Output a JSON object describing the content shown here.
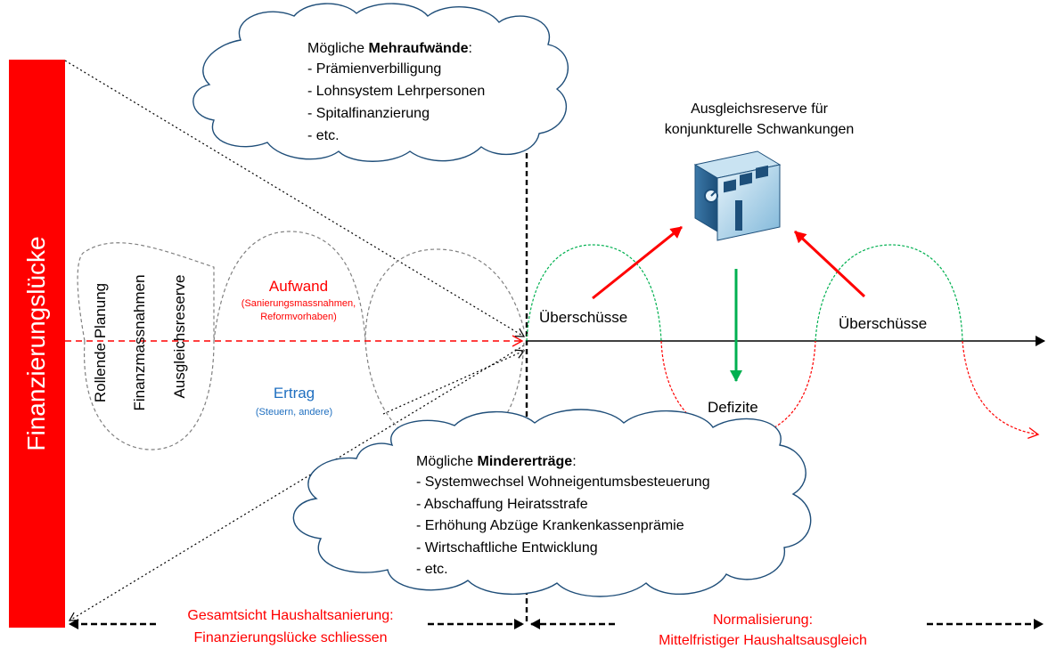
{
  "colors": {
    "red": "#ff0000",
    "blue": "#1f6fc0",
    "green": "#00b050",
    "black": "#000000",
    "bar_red": "#ff0000",
    "dash_grey": "#808080"
  },
  "left_bar": {
    "label": "Finanzierungslücke"
  },
  "columns": {
    "col1": "Rollende Planung",
    "col2": "Finanzmassnahmen",
    "col3": "Ausgleichsreserve"
  },
  "flow": {
    "aufwand_title": "Aufwand",
    "aufwand_sub_1": "(Sanierungsmassnahmen,",
    "aufwand_sub_2": "Reformvorhaben)",
    "ertrag_title": "Ertrag",
    "ertrag_sub": "(Steuern, andere)"
  },
  "cloud_top": {
    "heading_prefix": "Mögliche ",
    "heading_bold": "Mehraufwände",
    "heading_suffix": ":",
    "items": [
      "- Prämienverbilligung",
      "- Lohnsystem Lehrpersonen",
      "- Spitalfinanzierung",
      "- etc."
    ]
  },
  "cloud_bottom": {
    "heading_prefix": "Mögliche ",
    "heading_bold": "Mindererträge",
    "heading_suffix": ":",
    "items": [
      "- Systemwechsel Wohneigentumsbesteuerung",
      "- Abschaffung Heiratsstrafe",
      "- Erhöhung Abzüge Krankenkassenprämie",
      "- Wirtschaftliche Entwicklung",
      "- etc."
    ]
  },
  "reserve": {
    "line1": "Ausgleichsreserve für",
    "line2": "konjunkturelle Schwankungen",
    "icon": "safe-icon"
  },
  "wave": {
    "surplus_left": "Überschüsse",
    "surplus_right": "Überschüsse",
    "deficit": "Defizite"
  },
  "bottom": {
    "left_line1": "Gesamtsicht Haushaltsanierung:",
    "left_line2": "Finanzierungslücke schliessen",
    "right_line1": "Normalisierung:",
    "right_line2": "Mittelfristiger Haushaltsausgleich"
  }
}
